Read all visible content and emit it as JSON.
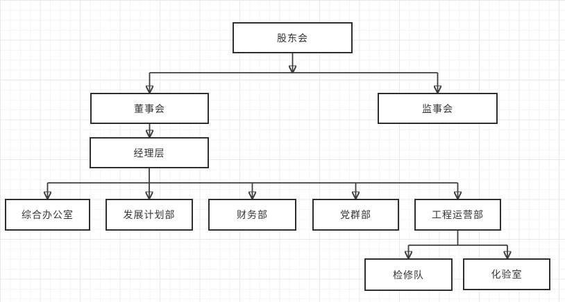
{
  "diagram": {
    "type": "org-chart",
    "nodes": {
      "shareholders": {
        "label": "股东会"
      },
      "board": {
        "label": "董事会"
      },
      "supervisory": {
        "label": "监事会"
      },
      "management": {
        "label": "经理层"
      },
      "general_office": {
        "label": "综合办公室"
      },
      "development_planning": {
        "label": "发展计划部"
      },
      "finance": {
        "label": "财务部"
      },
      "party_mass": {
        "label": "党群部"
      },
      "engineering_operations": {
        "label": "工程运营部"
      },
      "maintenance_team": {
        "label": "检修队"
      },
      "laboratory": {
        "label": "化验室"
      }
    },
    "edges": [
      {
        "from": "shareholders",
        "to": "board"
      },
      {
        "from": "shareholders",
        "to": "supervisory"
      },
      {
        "from": "board",
        "to": "management"
      },
      {
        "from": "management",
        "to": "general_office"
      },
      {
        "from": "management",
        "to": "development_planning"
      },
      {
        "from": "management",
        "to": "finance"
      },
      {
        "from": "management",
        "to": "party_mass"
      },
      {
        "from": "management",
        "to": "engineering_operations"
      },
      {
        "from": "engineering_operations",
        "to": "maintenance_team"
      },
      {
        "from": "engineering_operations",
        "to": "laboratory"
      }
    ],
    "colors": {
      "background": "#ffffff",
      "grid_minor": "#f4f4f4",
      "grid_major": "#e8e8e8",
      "node_fill": "#ffffff",
      "node_stroke": "#2e2e2e",
      "connector": "#3d3d3d",
      "text": "#333333"
    }
  }
}
